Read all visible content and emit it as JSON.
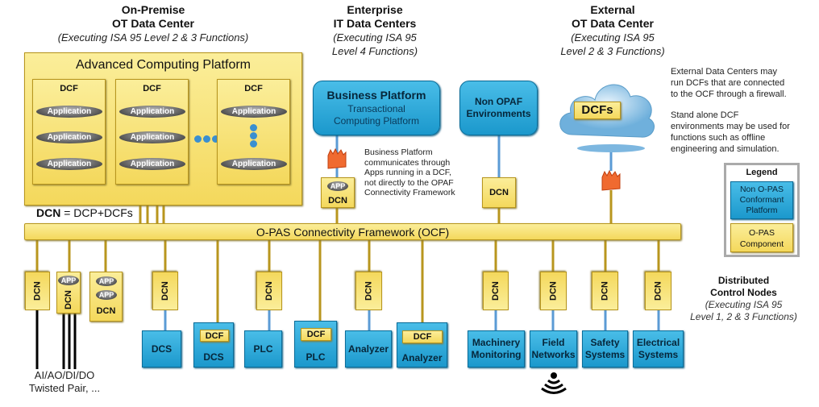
{
  "headers": {
    "onprem": {
      "title1": "On-Premise",
      "title2": "OT Data Center",
      "sub": "(Executing ISA 95 Level 2 & 3 Functions)"
    },
    "enterprise": {
      "title1": "Enterprise",
      "title2": "IT Data Centers",
      "sub1": "(Executing ISA 95",
      "sub2": "Level 4 Functions)"
    },
    "external": {
      "title1": "External",
      "title2": "OT Data Center",
      "sub1": "(Executing ISA 95",
      "sub2": "Level 2 & 3 Functions)"
    }
  },
  "acp": {
    "title": "Advanced Computing Platform",
    "dcf": "DCF",
    "app": "Application"
  },
  "dcn_def": {
    "bold": "DCN",
    "rest": " = DCP+DCFs"
  },
  "ocf": "O-PAS Connectivity Framework (OCF)",
  "business": {
    "title": "Business Platform",
    "sub1": "Transactional",
    "sub2": "Computing Platform",
    "app": "APP",
    "dcn": "DCN",
    "note": [
      "Business Platform",
      "communicates through",
      "Apps running in a DCF,",
      "not directly to the OPAF",
      "Connectivity Framework"
    ]
  },
  "nonopaf": {
    "l1": "Non OPAF",
    "l2": "Environments",
    "dcn": "DCN"
  },
  "cloud": {
    "label": "DCFs"
  },
  "external_note": [
    "External Data Centers may",
    "run DCFs that are connected",
    "to the OCF through a firewall.",
    "",
    "Stand alone DCF",
    "environments may be used for",
    "functions such as offline",
    "engineering and simulation."
  ],
  "legend": {
    "title": "Legend",
    "blue1": "Non O-PAS",
    "blue2": "Conformant",
    "blue3": "Platform",
    "gold1": "O-PAS",
    "gold2": "Component"
  },
  "nodes": {
    "dcn": "DCN",
    "app": "APP",
    "dcf": "DCF",
    "devices": [
      "DCS",
      "DCS",
      "PLC",
      "PLC",
      "Analyzer",
      "Analyzer"
    ],
    "systems": [
      [
        "Machinery",
        "Monitoring"
      ],
      [
        "Field",
        "Networks"
      ],
      [
        "Safety",
        "Systems"
      ],
      [
        "Electrical",
        "Systems"
      ]
    ]
  },
  "io": {
    "l1": "AI/AO/DI/DO",
    "l2": "Twisted Pair, ..."
  },
  "distributed": {
    "l1": "Distributed",
    "l2": "Control Nodes",
    "l3": "(Executing ISA 95",
    "l4": "Level 1, 2 & 3 Functions)"
  },
  "colors": {
    "gold": "#f4d85c",
    "blue": "#1b98cc",
    "link_gold": "#b8961e",
    "link_blue": "#5b9bd5"
  }
}
